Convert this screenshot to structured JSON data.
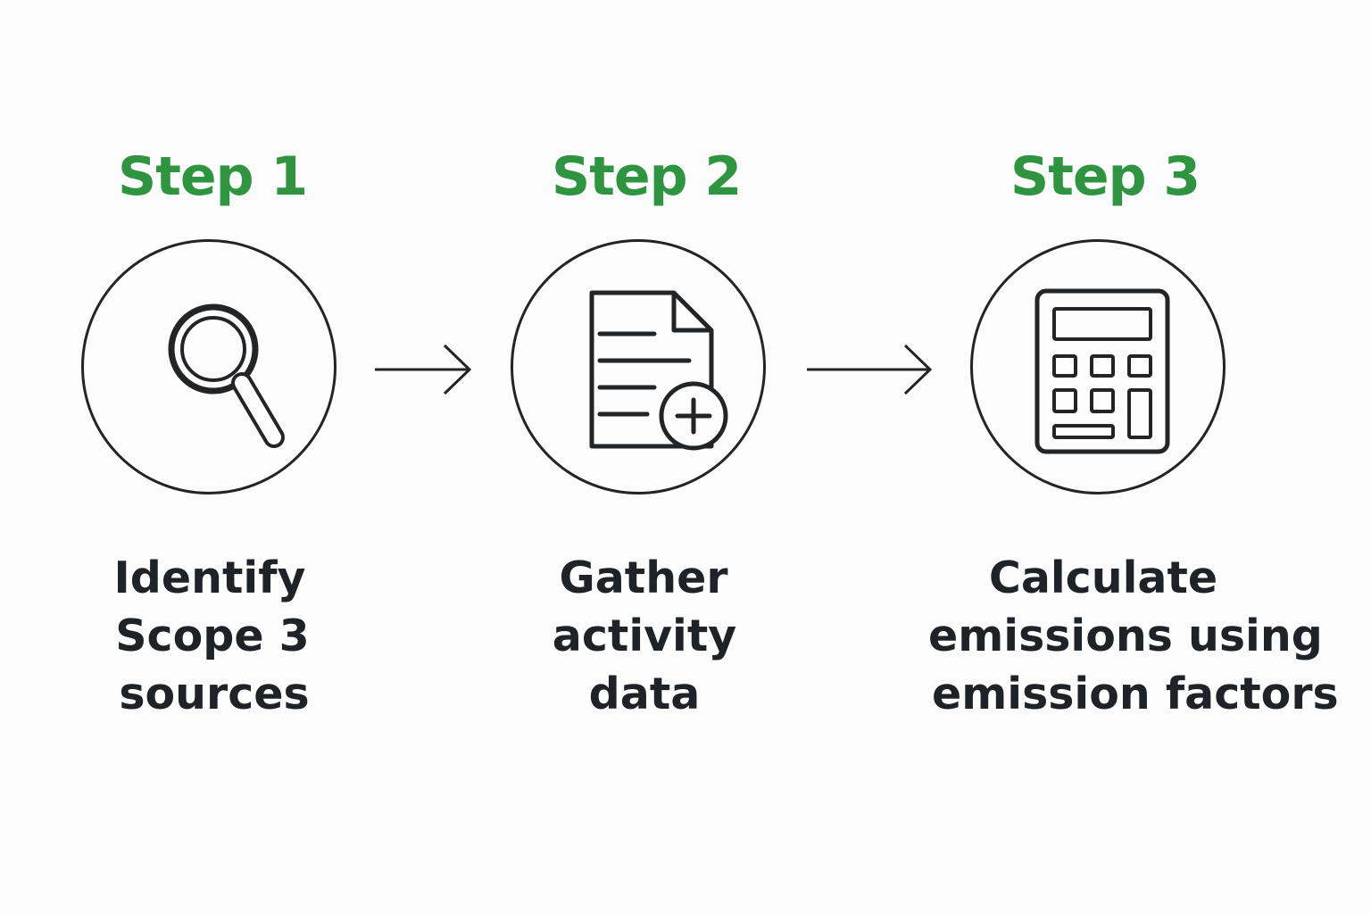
{
  "colors": {
    "accent": "#2f9440",
    "ink": "#222426",
    "background": "#fcfcfc"
  },
  "steps": [
    {
      "title": "Step 1",
      "icon": "magnifying-glass-icon",
      "lines": [
        "Identify",
        "Scope 3",
        "sources"
      ]
    },
    {
      "title": "Step 2",
      "icon": "document-add-icon",
      "lines": [
        "Gather",
        "activity",
        "data"
      ]
    },
    {
      "title": "Step 3",
      "icon": "calculator-icon",
      "lines": [
        "Calculate",
        "emissions using",
        "emission factors"
      ]
    }
  ],
  "connectors": [
    {
      "icon": "arrow-right-icon"
    },
    {
      "icon": "arrow-right-icon"
    }
  ]
}
